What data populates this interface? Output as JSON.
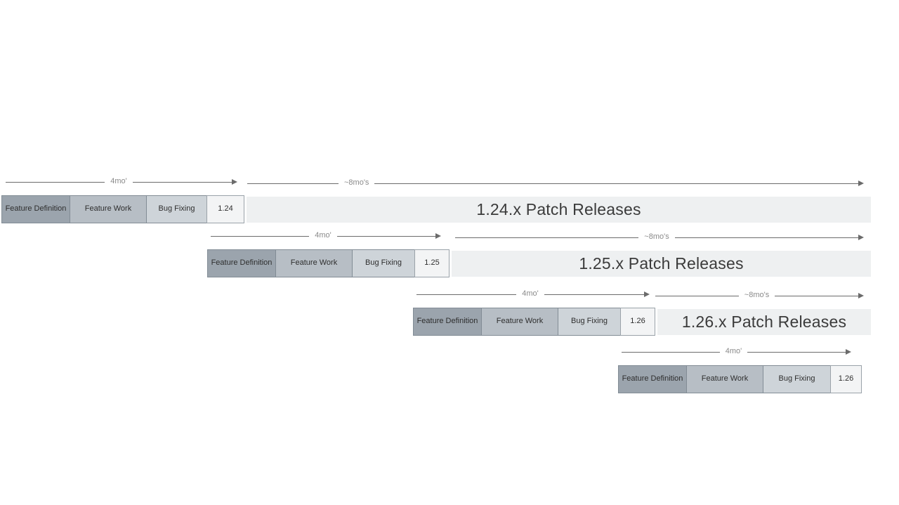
{
  "rows": [
    {
      "phases": [
        "Feature Definition",
        "Feature Work",
        "Bug Fixing"
      ],
      "version": "1.24",
      "dev_arrow_label": "4mo'",
      "patch_arrow_label": "~8mo's",
      "patch_label": "1.24.x Patch Releases"
    },
    {
      "phases": [
        "Feature Definition",
        "Feature Work",
        "Bug Fixing"
      ],
      "version": "1.25",
      "dev_arrow_label": "4mo'",
      "patch_arrow_label": "~8mo's",
      "patch_label": "1.25.x Patch Releases"
    },
    {
      "phases": [
        "Feature Definition",
        "Feature Work",
        "Bug Fixing"
      ],
      "version": "1.26",
      "dev_arrow_label": "4mo'",
      "patch_arrow_label": "~8mo's",
      "patch_label": "1.26.x Patch Releases"
    },
    {
      "phases": [
        "Feature Definition",
        "Feature Work",
        "Bug Fixing"
      ],
      "version": "1.26",
      "dev_arrow_label": "4mo'"
    }
  ],
  "colors": {
    "feature_definition": "#9ba4ad",
    "feature_work": "#b7bec5",
    "bug_fixing": "#ced4d9",
    "version_box": "#f3f4f5",
    "patch_bar": "#eef0f1",
    "arrow": "#6b6b6b",
    "arrow_label": "#8a8a8a",
    "box_border": "#828c95",
    "patch_text": "#3b3b3b"
  }
}
